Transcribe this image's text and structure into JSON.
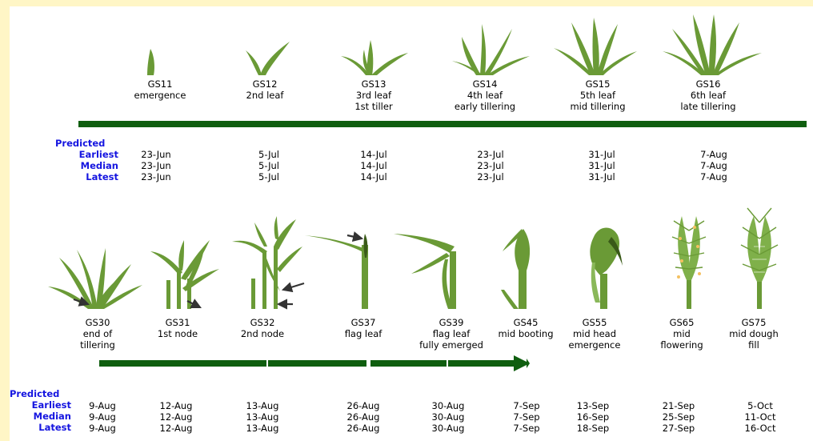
{
  "colors": {
    "plant": "#6a9a36",
    "plant_dark": "#4e7a22",
    "bar": "#0f5e0f",
    "predicted_text": "#1515e0",
    "page_border": "#fff6c6",
    "head_dots": "#f4c060"
  },
  "top_stages": [
    {
      "code": "GS11",
      "desc1": "emergence",
      "desc2": "",
      "icon": "seedling-emergence-icon"
    },
    {
      "code": "GS12",
      "desc1": "2nd leaf",
      "desc2": "",
      "icon": "seedling-2-leaf-icon"
    },
    {
      "code": "GS13",
      "desc1": "3rd leaf",
      "desc2": "1st tiller",
      "icon": "seedling-3-leaf-icon"
    },
    {
      "code": "GS14",
      "desc1": "4th leaf",
      "desc2": "early tillering",
      "icon": "plant-4-leaf-icon"
    },
    {
      "code": "GS15",
      "desc1": "5th leaf",
      "desc2": "mid tillering",
      "icon": "plant-5-leaf-icon"
    },
    {
      "code": "GS16",
      "desc1": "6th leaf",
      "desc2": "late tillering",
      "icon": "plant-6-leaf-icon"
    }
  ],
  "top_predicted": {
    "heading": "Predicted",
    "row_labels": [
      "Earliest",
      "Median",
      "Latest"
    ],
    "dates": [
      [
        "23-Jun",
        "23-Jun",
        "23-Jun"
      ],
      [
        "5-Jul",
        "5-Jul",
        "5-Jul"
      ],
      [
        "14-Jul",
        "14-Jul",
        "14-Jul"
      ],
      [
        "23-Jul",
        "23-Jul",
        "23-Jul"
      ],
      [
        "31-Jul",
        "31-Jul",
        "31-Jul"
      ],
      [
        "7-Aug",
        "7-Aug",
        "7-Aug"
      ]
    ]
  },
  "bottom_stages": [
    {
      "code": "GS30",
      "desc1": "end of",
      "desc2": "tillering",
      "icon": "plant-end-tillering-icon"
    },
    {
      "code": "GS31",
      "desc1": "1st node",
      "desc2": "",
      "icon": "plant-1st-node-icon"
    },
    {
      "code": "GS32",
      "desc1": "2nd node",
      "desc2": "",
      "icon": "plant-2nd-node-icon"
    },
    {
      "code": "GS37",
      "desc1": "flag leaf",
      "desc2": "",
      "icon": "flag-leaf-icon"
    },
    {
      "code": "GS39",
      "desc1": "flag leaf",
      "desc2": "fully emerged",
      "icon": "flag-leaf-emerged-icon"
    },
    {
      "code": "GS45",
      "desc1": "mid booting",
      "desc2": "",
      "icon": "booting-icon"
    },
    {
      "code": "GS55",
      "desc1": "mid head",
      "desc2": "emergence",
      "icon": "head-emergence-icon"
    },
    {
      "code": "GS65",
      "desc1": "mid",
      "desc2": "flowering",
      "icon": "flowering-head-icon"
    },
    {
      "code": "GS75",
      "desc1": "mid dough",
      "desc2": "fill",
      "icon": "dough-fill-head-icon"
    }
  ],
  "bottom_predicted": {
    "heading": "Predicted",
    "row_labels": [
      "Earliest",
      "Median",
      "Latest"
    ],
    "dates": [
      [
        "9-Aug",
        "9-Aug",
        "9-Aug"
      ],
      [
        "12-Aug",
        "12-Aug",
        "12-Aug"
      ],
      [
        "13-Aug",
        "13-Aug",
        "13-Aug"
      ],
      [
        "26-Aug",
        "26-Aug",
        "26-Aug"
      ],
      [
        "30-Aug",
        "30-Aug",
        "30-Aug"
      ],
      [
        "7-Sep",
        "7-Sep",
        "7-Sep"
      ],
      [
        "13-Sep",
        "16-Sep",
        "18-Sep"
      ],
      [
        "21-Sep",
        "25-Sep",
        "27-Sep"
      ],
      [
        "5-Oct",
        "11-Oct",
        "16-Oct"
      ]
    ]
  }
}
